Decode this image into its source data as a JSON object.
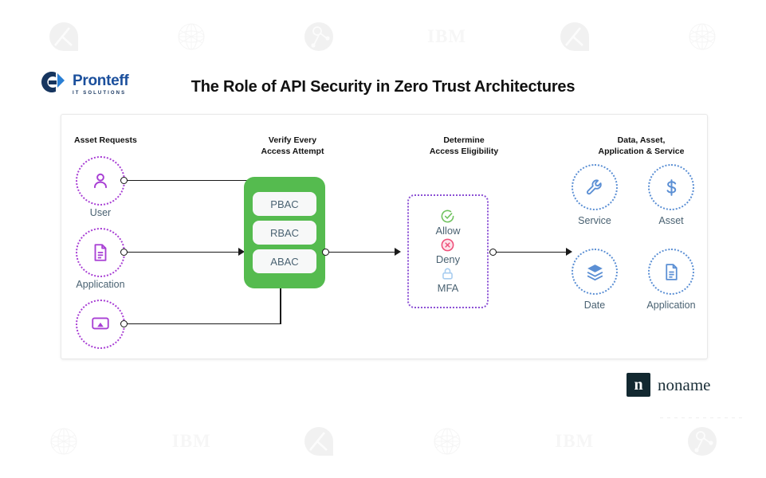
{
  "header": {
    "brand_name": "Pronteff",
    "brand_sub": "IT SOLUTIONS",
    "brand_mark_icon": "pronteff-e-logo",
    "title": "The Role of API Security in Zero Trust Architectures"
  },
  "diagram": {
    "columns": [
      {
        "id": "assets",
        "title": "Asset Requests"
      },
      {
        "id": "verify",
        "title": "Verify Every\nAccess Attempt"
      },
      {
        "id": "determine",
        "title": "Determine\nAccess Eligibility"
      },
      {
        "id": "data",
        "title": "Data, Asset,\nApplication & Service"
      }
    ],
    "requesters": [
      {
        "label": "User",
        "icon": "user-icon"
      },
      {
        "label": "Application",
        "icon": "document-icon"
      },
      {
        "label": "",
        "icon": "device-screen-icon"
      }
    ],
    "policies": [
      {
        "label": "PBAC"
      },
      {
        "label": "RBAC"
      },
      {
        "label": "ABAC"
      }
    ],
    "decisions": [
      {
        "label": "Allow",
        "icon": "check-circle-icon",
        "color": "#6fc25e"
      },
      {
        "label": "Deny",
        "icon": "x-circle-icon",
        "color": "#ef4f7a"
      },
      {
        "label": "MFA",
        "icon": "lock-icon",
        "color": "#a8cdf0"
      }
    ],
    "resources": [
      {
        "label": "Service",
        "icon": "wrench-icon"
      },
      {
        "label": "Asset",
        "icon": "dollar-icon"
      },
      {
        "label": "Date",
        "icon": "layers-icon"
      },
      {
        "label": "Application",
        "icon": "document-icon"
      }
    ]
  },
  "footer": {
    "vendor_mark": "n",
    "vendor_name": "noname"
  },
  "watermarks": {
    "top": [
      "alpha-mark",
      "sphere-mesh-mark",
      "molecule-mark",
      "IBM",
      "alpha-mark",
      "sphere-mesh-mark"
    ],
    "bottom": [
      "sphere-mesh-mark",
      "IBM",
      "alpha-mark",
      "sphere-mesh-mark",
      "IBM",
      "molecule-mark"
    ]
  },
  "colors": {
    "accent_green": "#55bb4f",
    "purple": "#a83fd4",
    "blue": "#5b8fd4",
    "label_slate": "#4a6272"
  }
}
